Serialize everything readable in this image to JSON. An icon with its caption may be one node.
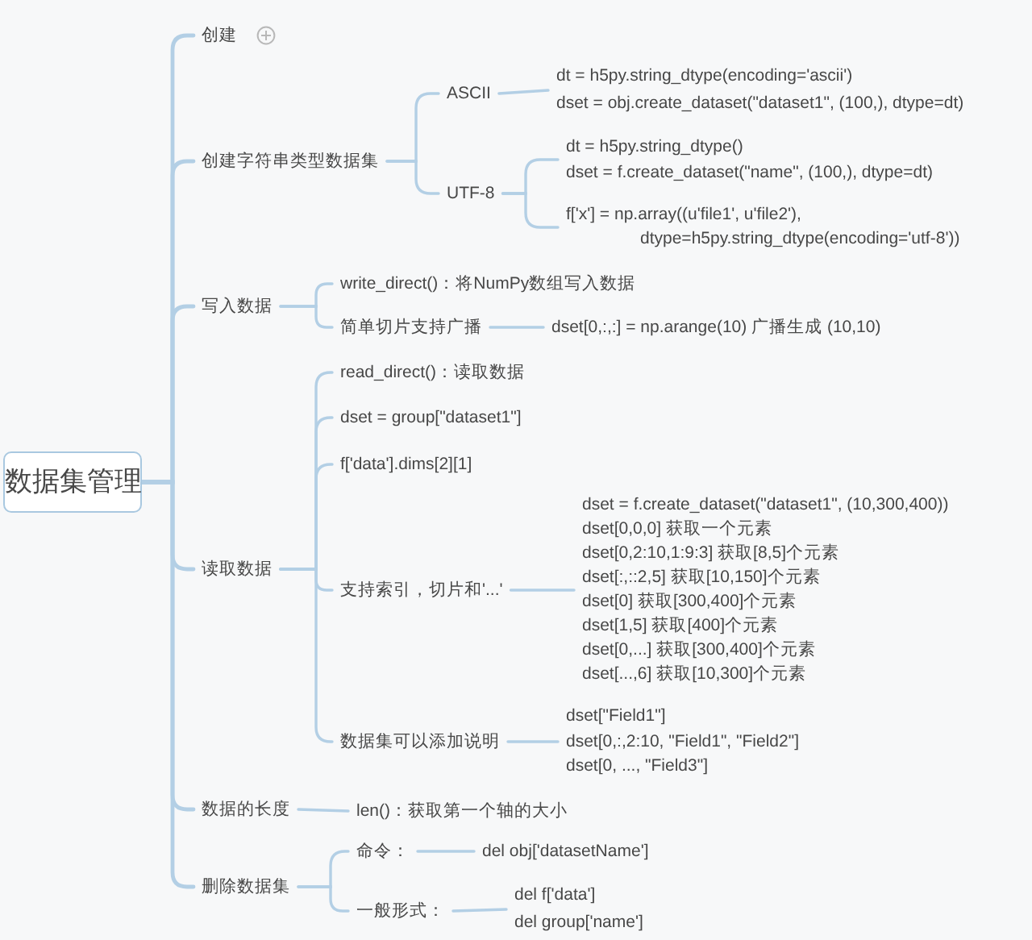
{
  "diagram": {
    "nodes": [
      {
        "text": [
          "数据集管理"
        ]
      },
      {
        "text": [
          "创建"
        ]
      },
      {
        "text": [
          "创建字符串类型数据集"
        ]
      },
      {
        "text": [
          "ASCII"
        ]
      },
      {
        "text": [
          "dt = h5py.string_dtype(encoding='ascii')",
          "dset = obj.create_dataset(\"dataset1\", (100,), dtype=dt)"
        ]
      },
      {
        "text": [
          "UTF-8"
        ]
      },
      {
        "text": [
          "dt = h5py.string_dtype()",
          "dset = f.create_dataset(\"name\", (100,), dtype=dt)"
        ]
      },
      {
        "text": [
          "f['x'] = np.array((u'file1', u'file2'), dtype=h5py.string_dtype(encoding='utf-8'))"
        ]
      },
      {
        "text": [
          "写入数据"
        ]
      },
      {
        "text": [
          "write_direct()：将NumPy数组写入数据"
        ]
      },
      {
        "text": [
          "简单切片支持广播"
        ]
      },
      {
        "text": [
          "dset[0,:,:] = np.arange(10) 广播生成 (10,10)"
        ]
      },
      {
        "text": [
          "读取数据"
        ]
      },
      {
        "text": [
          "read_direct()：读取数据"
        ]
      },
      {
        "text": [
          "dset = group[\"dataset1\"]"
        ]
      },
      {
        "text": [
          "f['data'].dims[2][1]"
        ]
      },
      {
        "text": [
          "支持索引，切片和'...'"
        ]
      },
      {
        "text": [
          "dset = f.create_dataset(\"dataset1\", (10,300,400))",
          "dset[0,0,0] 获取一个元素",
          "dset[0,2:10,1:9:3] 获取[8,5]个元素",
          "dset[:,::2,5] 获取[10,150]个元素",
          "dset[0] 获取[300,400]个元素",
          "dset[1,5] 获取[400]个元素",
          "dset[0,...] 获取[300,400]个元素",
          "dset[...,6] 获取[10,300]个元素"
        ]
      },
      {
        "text": [
          "数据集可以添加说明"
        ]
      },
      {
        "text": [
          "dset[\"Field1\"]",
          "dset[0,:,2:10, \"Field1\", \"Field2\"]",
          "dset[0, ..., \"Field3\"]"
        ]
      },
      {
        "text": [
          "数据的长度"
        ]
      },
      {
        "text": [
          "len()：获取第一个轴的大小"
        ]
      },
      {
        "text": [
          "删除数据集"
        ]
      },
      {
        "text": [
          "命令："
        ]
      },
      {
        "text": [
          "del obj['datasetName']"
        ]
      },
      {
        "text": [
          "一般形式："
        ]
      },
      {
        "text": [
          "del f['data']",
          "del group['name']"
        ]
      }
    ],
    "edges": [
      {
        "from": 0,
        "to": 1,
        "arrow": "none"
      },
      {
        "from": 0,
        "to": 2,
        "arrow": "none"
      },
      {
        "from": 2,
        "to": 3,
        "arrow": "none"
      },
      {
        "from": 3,
        "to": 4,
        "arrow": "none"
      },
      {
        "from": 2,
        "to": 5,
        "arrow": "none"
      },
      {
        "from": 5,
        "to": 6,
        "arrow": "none"
      },
      {
        "from": 5,
        "to": 7,
        "arrow": "none"
      },
      {
        "from": 0,
        "to": 8,
        "arrow": "none"
      },
      {
        "from": 8,
        "to": 9,
        "arrow": "none"
      },
      {
        "from": 8,
        "to": 10,
        "arrow": "none"
      },
      {
        "from": 10,
        "to": 11,
        "arrow": "none"
      },
      {
        "from": 0,
        "to": 12,
        "arrow": "none"
      },
      {
        "from": 12,
        "to": 13,
        "arrow": "none"
      },
      {
        "from": 12,
        "to": 14,
        "arrow": "none"
      },
      {
        "from": 12,
        "to": 15,
        "arrow": "none"
      },
      {
        "from": 12,
        "to": 16,
        "arrow": "none"
      },
      {
        "from": 16,
        "to": 17,
        "arrow": "none"
      },
      {
        "from": 12,
        "to": 18,
        "arrow": "none"
      },
      {
        "from": 18,
        "to": 19,
        "arrow": "none"
      },
      {
        "from": 0,
        "to": 20,
        "arrow": "none"
      },
      {
        "from": 20,
        "to": 21,
        "arrow": "none"
      },
      {
        "from": 0,
        "to": 22,
        "arrow": "none"
      },
      {
        "from": 22,
        "to": 23,
        "arrow": "none"
      },
      {
        "from": 23,
        "to": 24,
        "arrow": "none"
      },
      {
        "from": 22,
        "to": 25,
        "arrow": "none"
      },
      {
        "from": 25,
        "to": 26,
        "arrow": "none"
      }
    ]
  }
}
